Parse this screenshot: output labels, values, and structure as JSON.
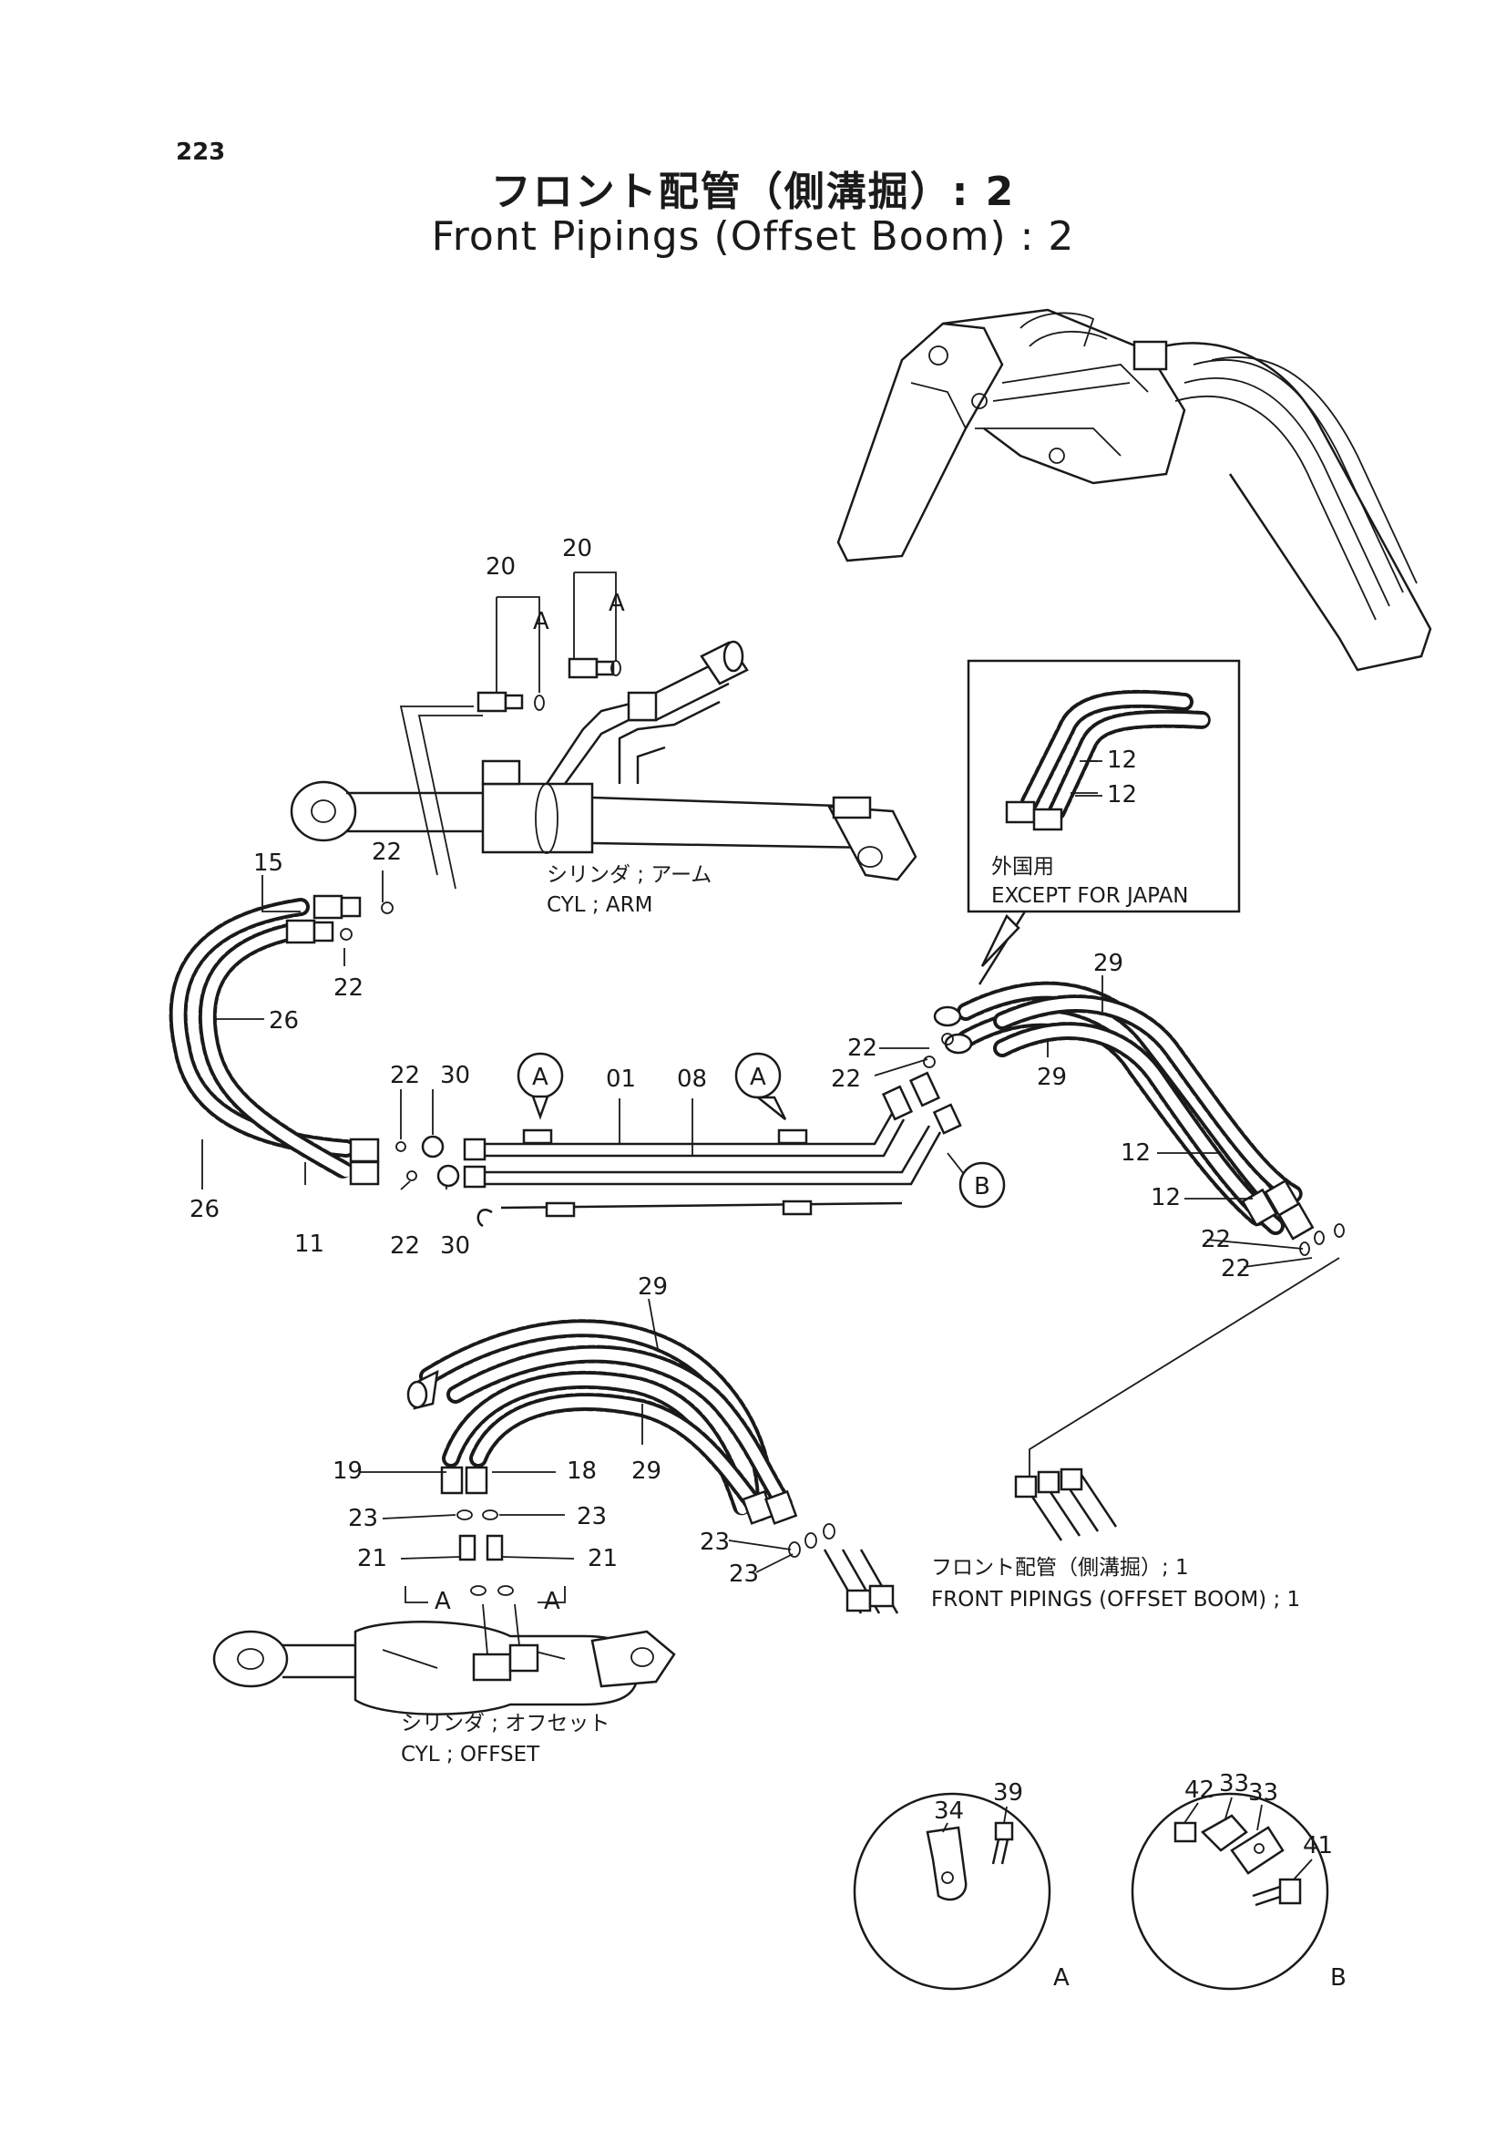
{
  "page_number": "223",
  "title_jp": "フロント配管（側溝掘）: 2",
  "title_en": "Front Pipings (Offset Boom) : 2",
  "captions": {
    "cyl_arm_jp": "シリンダ ; アーム",
    "cyl_arm_en": "CYL ; ARM",
    "except_jp": "外国用",
    "except_en": "EXCEPT FOR JAPAN",
    "front1_jp": "フロント配管（側溝掘）; 1",
    "front1_en": "FRONT PIPINGS (OFFSET BOOM) ; 1",
    "cyl_offset_jp": "シリンダ ; オフセット",
    "cyl_offset_en": "CYL ; OFFSET"
  },
  "callouts": {
    "p20a": "20",
    "p20b": "20",
    "a1": "A",
    "a2": "A",
    "p15": "15",
    "p22_1": "22",
    "p22_2": "22",
    "p26_1": "26",
    "p26_2": "26",
    "p11": "11",
    "p22_3": "22",
    "p30_1": "30",
    "p22_4": "22",
    "p30_2": "30",
    "circA1": "A",
    "p01": "01",
    "p08": "08",
    "circA2": "A",
    "circB": "B",
    "p22_5": "22",
    "p22_6": "22",
    "p29_1": "29",
    "p29_2": "29",
    "p12_1": "12",
    "p12_2": "12",
    "p12_3": "12",
    "p12_4": "12",
    "p22_7": "22",
    "p22_8": "22",
    "p29_3": "29",
    "p29_4": "29",
    "p19": "19",
    "p18": "18",
    "p23_1": "23",
    "p23_2": "23",
    "p21_1": "21",
    "p21_2": "21",
    "a3": "A",
    "a4": "A",
    "p23_3": "23",
    "p23_4": "23",
    "p34": "34",
    "p39": "39",
    "detA": "A",
    "p42": "42",
    "p33_1": "33",
    "p33_2": "33",
    "p41": "41",
    "detB": "B"
  }
}
